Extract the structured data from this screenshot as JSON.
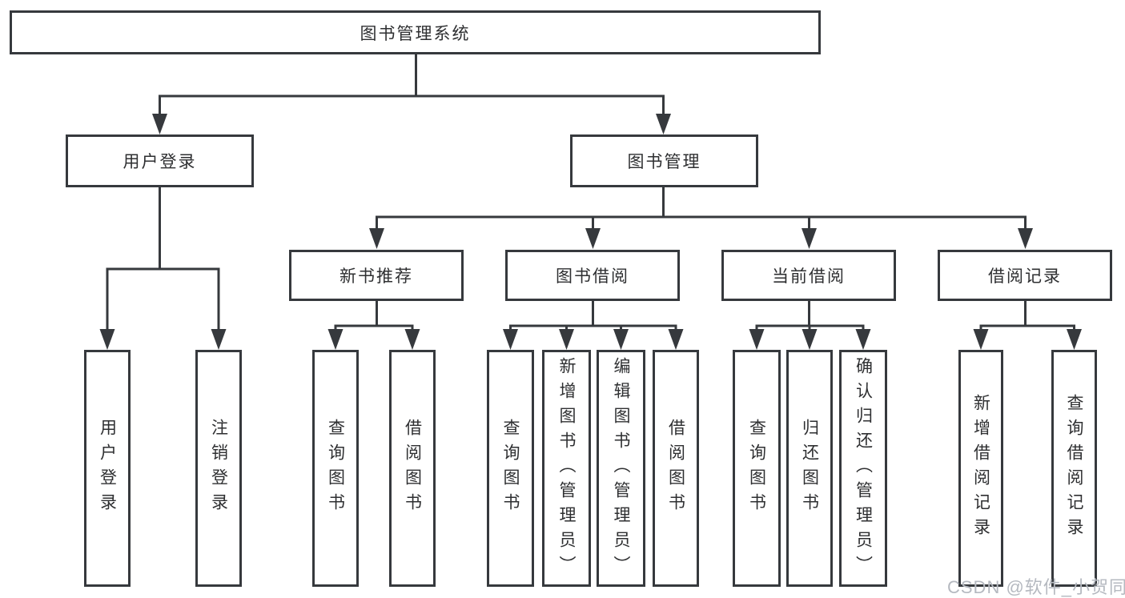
{
  "tree": {
    "root": {
      "label": "图书管理系统"
    },
    "branches": [
      {
        "label": "用户登录",
        "children": [
          {
            "label": "用户登录"
          },
          {
            "label": "注销登录"
          }
        ]
      },
      {
        "label": "图书管理",
        "sections": [
          {
            "label": "新书推荐",
            "children": [
              {
                "label": "查询图书"
              },
              {
                "label": "借阅图书"
              }
            ]
          },
          {
            "label": "图书借阅",
            "children": [
              {
                "label": "查询图书"
              },
              {
                "label": "新增图书（管理员）"
              },
              {
                "label": "编辑图书（管理员）"
              },
              {
                "label": "借阅图书"
              }
            ]
          },
          {
            "label": "当前借阅",
            "children": [
              {
                "label": "查询图书"
              },
              {
                "label": "归还图书"
              },
              {
                "label": "确认归还（管理员）"
              }
            ]
          },
          {
            "label": "借阅记录",
            "children": [
              {
                "label": "新增借阅记录"
              },
              {
                "label": "查询借阅记录"
              }
            ]
          }
        ]
      }
    ]
  },
  "watermark": "CSDN @软件_小贺同学",
  "colors": {
    "line": "#36393d",
    "text": "#2e2f31",
    "box_background": "#ffffff",
    "watermark": "#b5b9c0"
  }
}
